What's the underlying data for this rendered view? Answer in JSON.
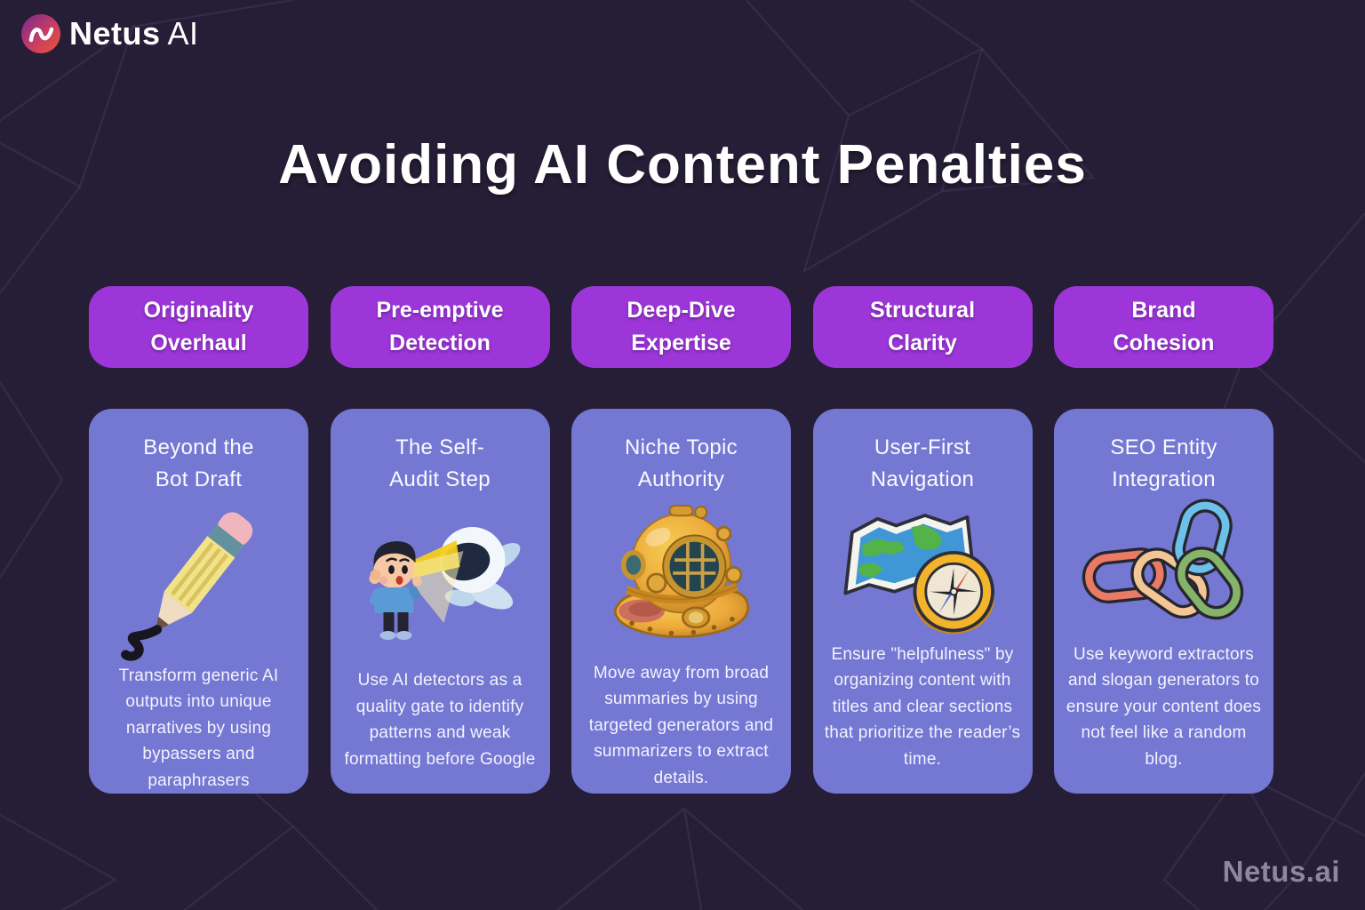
{
  "brand": {
    "logo_text_primary": "Netus",
    "logo_text_secondary": "AI",
    "logo_icon": "netus-wave-icon",
    "footer_text": "Netus.ai"
  },
  "title": "Avoiding AI Content Penalties",
  "colors": {
    "background": "#251e36",
    "pill_purple": "#9d36d9",
    "card_periwinkle": "#7478d3",
    "text_white": "#ffffff",
    "footer_gray": "#8e869e",
    "logo_gradient": [
      "#7d2c8c",
      "#c23a67",
      "#e8543a"
    ]
  },
  "columns": [
    {
      "pill_line1": "Originality",
      "pill_line2": "Overhaul",
      "card_title_line1": "Beyond the",
      "card_title_line2": "Bot Draft",
      "icon": "pencil-icon",
      "body": "Transform generic AI outputs into unique narratives by using bypassers and paraphrasers"
    },
    {
      "pill_line1": "Pre-emptive",
      "pill_line2": "Detection",
      "card_title_line1": "The Self-",
      "card_title_line2": "Audit Step",
      "icon": "flashlight-inspection-icon",
      "body": "Use AI detectors as a quality gate to identify patterns and weak formatting before Google"
    },
    {
      "pill_line1": "Deep-Dive",
      "pill_line2": "Expertise",
      "card_title_line1": "Niche Topic",
      "card_title_line2": "Authority",
      "icon": "diving-helmet-icon",
      "body": "Move away from broad summaries by using targeted generators and summarizers to extract details."
    },
    {
      "pill_line1": "Structural",
      "pill_line2": "Clarity",
      "card_title_line1": "User-First",
      "card_title_line2": "Navigation",
      "icon": "map-compass-icon",
      "body": "Ensure \"helpfulness\" by organizing content with titles and clear sections that prioritize the reader’s time."
    },
    {
      "pill_line1": "Brand",
      "pill_line2": "Cohesion",
      "card_title_line1": "SEO Entity",
      "card_title_line2": "Integration",
      "icon": "chain-links-icon",
      "body": "Use keyword extractors and slogan generators to ensure your content does not feel like a random blog."
    }
  ]
}
